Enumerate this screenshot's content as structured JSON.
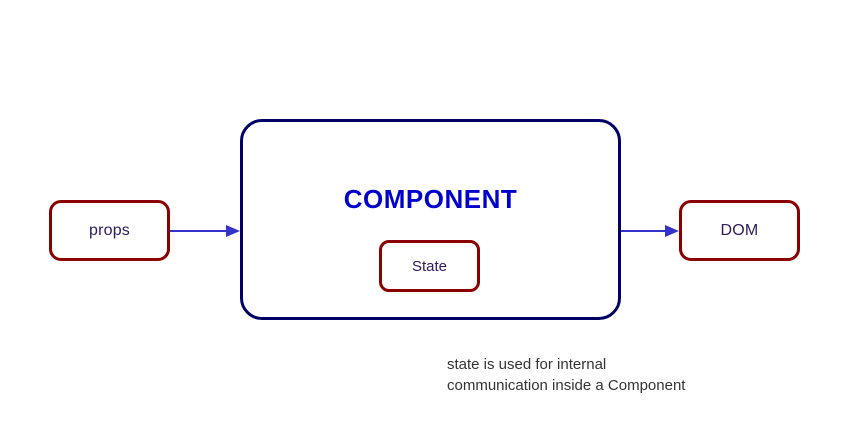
{
  "diagram": {
    "title_text": "COMPONENT",
    "nodes": {
      "props": {
        "label": "props"
      },
      "state": {
        "label": "State"
      },
      "dom": {
        "label": "DOM"
      }
    },
    "arrows": {
      "props_to_component": {
        "name": "props-to-component-arrow"
      },
      "component_to_dom": {
        "name": "component-to-dom-arrow"
      }
    },
    "caption": {
      "line1": "state is used for internal",
      "line2": "communication inside a Component"
    },
    "colors": {
      "component_border": "#000066",
      "component_title": "#0000cc",
      "box_border": "#8b0000",
      "box_text": "#2e1a5e",
      "arrow": "#3333cc",
      "caption_text": "#333333",
      "background": "#ffffff"
    }
  }
}
